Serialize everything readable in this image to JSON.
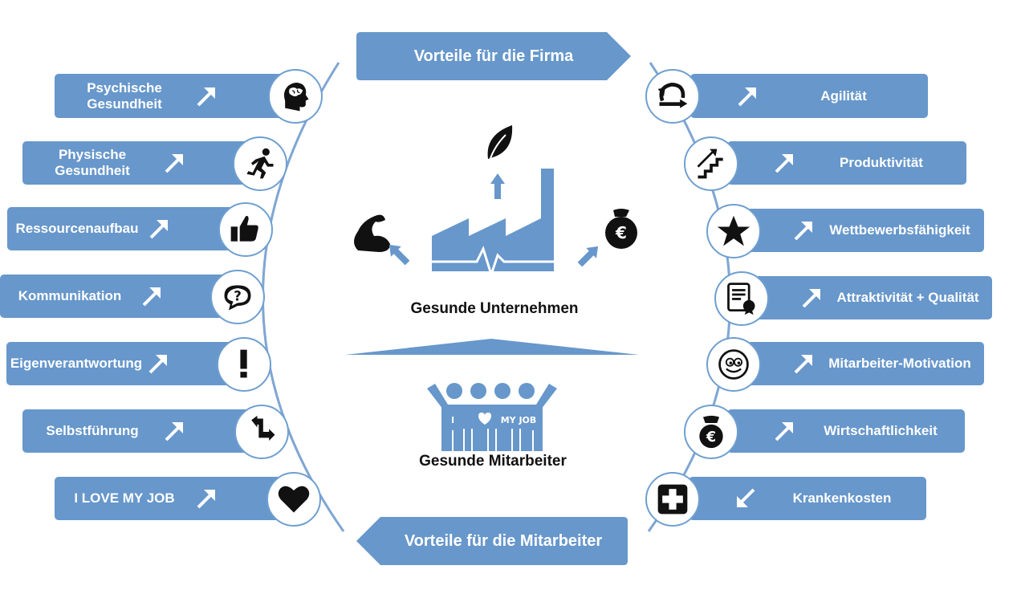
{
  "colors": {
    "accent": "#6797cb",
    "accent_dark": "#4f7fb6",
    "line": "#7fa6d3",
    "icon": "#111111"
  },
  "header_banner": {
    "label": "Vorteile für die Firma"
  },
  "footer_banner": {
    "label": "Vorteile für die  Mitarbeiter"
  },
  "center": {
    "company_label": "Gesunde Unternehmen",
    "employees_label": "Gesunde Mitarbeiter",
    "sign": {
      "left": "I",
      "right": "MY JOB"
    }
  },
  "left_items": [
    {
      "label": "Psychische Gesundheit",
      "icon": "brain-head-icon",
      "trend": "up"
    },
    {
      "label": "Physische Gesundheit",
      "icon": "running-person-icon",
      "trend": "up"
    },
    {
      "label": "Ressourcenaufbau",
      "icon": "thumbs-up-icon",
      "trend": "up"
    },
    {
      "label": "Kommunikation",
      "icon": "speech-question-icon",
      "trend": "up"
    },
    {
      "label": "Eigenverantwortung",
      "icon": "exclamation-icon",
      "trend": "up"
    },
    {
      "label": "Selbstführung",
      "icon": "direction-arrows-icon",
      "trend": "up"
    },
    {
      "label": "I LOVE MY JOB",
      "icon": "heart-icon",
      "trend": "up"
    }
  ],
  "right_items": [
    {
      "label": "Agilität",
      "icon": "agile-loop-icon",
      "trend": "up"
    },
    {
      "label": "Produktivität",
      "icon": "stairs-up-icon",
      "trend": "up"
    },
    {
      "label": "Wettbewerbsfähigkeit",
      "icon": "star-icon",
      "trend": "up"
    },
    {
      "label": "Attraktivität + Qualität",
      "icon": "certificate-icon",
      "trend": "up"
    },
    {
      "label": "Mitarbeiter-Motivation",
      "icon": "smiley-icon",
      "trend": "up"
    },
    {
      "label": "Wirtschaftlichkeit",
      "icon": "money-bag-icon",
      "trend": "up"
    },
    {
      "label": "Krankenkosten",
      "icon": "medical-cross-icon",
      "trend": "down"
    }
  ]
}
